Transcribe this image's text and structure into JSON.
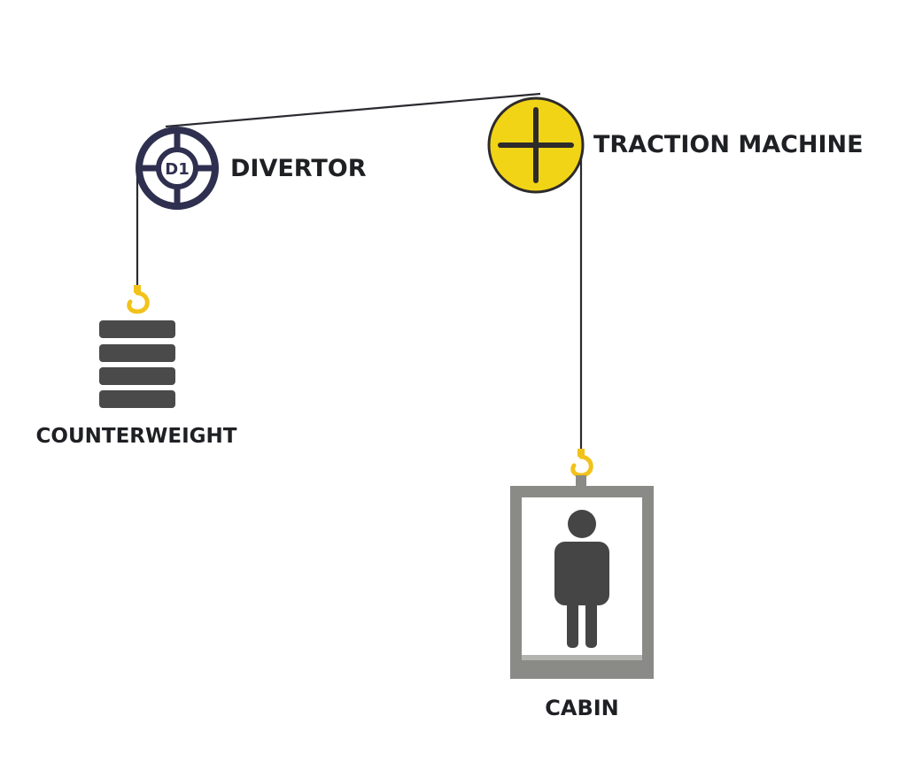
{
  "labels": {
    "divertor": "DIVERTOR",
    "divertor_badge": "D1",
    "traction_machine": "TRACTION MACHINE",
    "counterweight": "COUNTERWEIGHT",
    "cabin": "CABIN"
  },
  "colors": {
    "divertor_ring": "#2f3050",
    "traction_fill": "#f2d416",
    "traction_cross": "#2d2b2b",
    "rope": "#2a2b30",
    "hook": "#f2c21a",
    "counterweight_block": "#4a4a4a",
    "cabin_frame": "#8a8a86",
    "cabin_floor": "#9a9a96",
    "person": "#454545",
    "label_text": "#1f2024"
  },
  "icons": {
    "divertor": "pulley-wheel-icon",
    "traction_machine": "traction-sheave-icon",
    "hook": "crane-hook-icon",
    "counterweight": "weight-stack-icon",
    "person": "person-icon"
  }
}
